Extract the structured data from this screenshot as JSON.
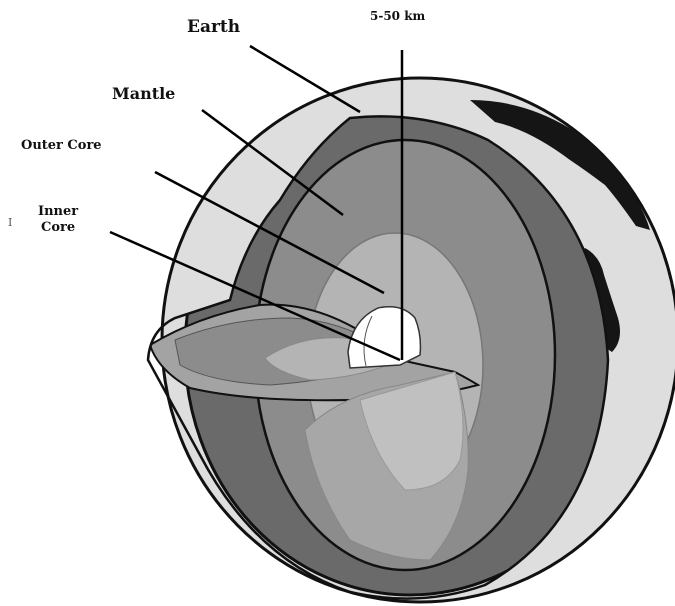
{
  "labels": {
    "earth": "Earth",
    "crust_thickness": "5-50 km",
    "mantle": "Mantle",
    "outer_core": "Outer Core",
    "inner_core_line1": "Inner",
    "inner_core_line2": "Core"
  },
  "colors": {
    "crust": "#6a6a6a",
    "mantle": "#8c8c8c",
    "outer_core": "#b4b4b4",
    "inner_core": "#ffffff",
    "ocean": "#dedede",
    "land": "#151515",
    "outline": "#111111"
  }
}
